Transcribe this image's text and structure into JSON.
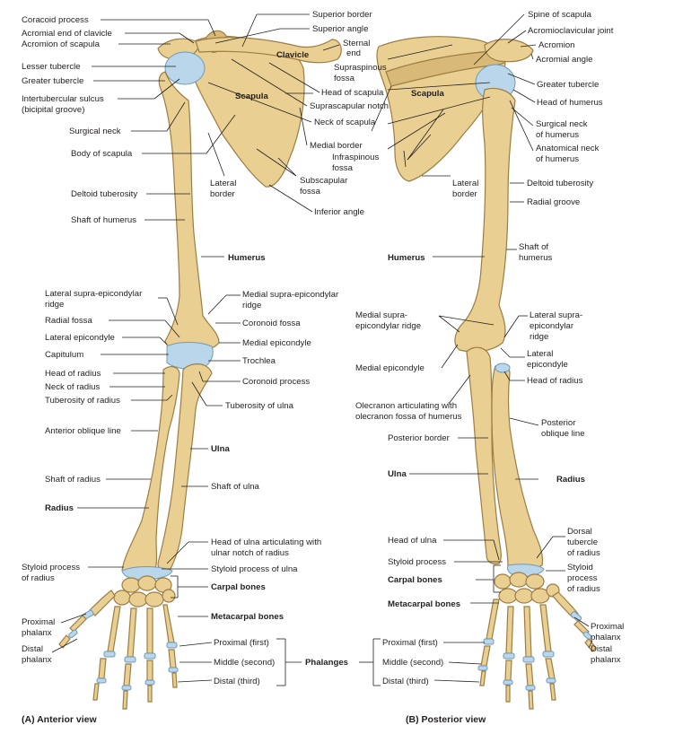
{
  "anterior": {
    "caption": "(A) Anterior view",
    "labels": {
      "coracoid": "Coracoid process",
      "acromial_end": "Acromial end of clavicle",
      "acromion": "Acromion of scapula",
      "lesser_tubercle": "Lesser tubercle",
      "greater_tubercle": "Greater tubercle",
      "intertubercular_1": "Intertubercular sulcus",
      "intertubercular_2": "(bicipital groove)",
      "surgical_neck": "Surgical neck",
      "body_scapula": "Body of scapula",
      "deltoid_tuberosity": "Deltoid tuberosity",
      "shaft_humerus": "Shaft of humerus",
      "superior_border": "Superior border",
      "superior_angle": "Superior angle",
      "sternal_1": "Sternal",
      "sternal_2": "end",
      "clavicle": "Clavicle",
      "supraspinous_1": "Supraspinous",
      "supraspinous_2": "fossa",
      "head_scapula": "Head of scapula",
      "scapula": "Scapula",
      "suprascapular_notch": "Suprascapular notch",
      "neck_scapula": "Neck of scapula",
      "medial_border": "Medial border",
      "infraspinous_1": "Infraspinous",
      "infraspinous_2": "fossa",
      "lateral_border_1": "Lateral",
      "lateral_border_2": "border",
      "subscapular_1": "Subscapular",
      "subscapular_2": "fossa",
      "inferior_angle": "Inferior angle",
      "humerus": "Humerus",
      "lat_supra_1": "Lateral supra-epicondylar",
      "lat_supra_2": "ridge",
      "radial_fossa": "Radial fossa",
      "lateral_epicondyle": "Lateral epicondyle",
      "capitulum": "Capitulum",
      "head_radius": "Head of radius",
      "neck_radius": "Neck of radius",
      "tuberosity_radius": "Tuberosity of radius",
      "med_supra_1": "Medial supra-epicondylar",
      "med_supra_2": "ridge",
      "coronoid_fossa": "Coronoid fossa",
      "medial_epicondyle": "Medial epicondyle",
      "trochlea": "Trochlea",
      "coronoid_process": "Coronoid process",
      "tuberosity_ulna": "Tuberosity of ulna",
      "anterior_oblique": "Anterior oblique line",
      "ulna": "Ulna",
      "shaft_radius": "Shaft of radius",
      "shaft_ulna": "Shaft of ulna",
      "radius": "Radius",
      "head_ulna_1": "Head of ulna articulating with",
      "head_ulna_2": "ulnar notch of radius",
      "styloid_radius_1": "Styloid process",
      "styloid_radius_2": "of radius",
      "styloid_ulna": "Styloid process of ulna",
      "carpal": "Carpal bones",
      "metacarpal": "Metacarpal bones",
      "proximal_phalanx_1": "Proximal",
      "proximal_phalanx_2": "phalanx",
      "distal_phalanx_1": "Distal",
      "distal_phalanx_2": "phalanx",
      "prox_first": "Proximal (first)",
      "middle_second": "Middle (second)",
      "distal_third": "Distal (third)",
      "phalanges": "Phalanges"
    }
  },
  "posterior": {
    "caption": "(B) Posterior view",
    "labels": {
      "spine_scapula": "Spine of scapula",
      "acromioclavicular": "Acromioclavicular joint",
      "acromion": "Acromion",
      "acromial_angle": "Acromial angle",
      "greater_tubercle": "Greater tubercle",
      "head_humerus": "Head of humerus",
      "surgical_neck_1": "Surgical neck",
      "surgical_neck_2": "of humerus",
      "anatomical_neck_1": "Anatomical neck",
      "anatomical_neck_2": "of humerus",
      "deltoid_tuberosity": "Deltoid tuberosity",
      "radial_groove": "Radial groove",
      "lateral_border_1": "Lateral",
      "lateral_border_2": "border",
      "scapula": "Scapula",
      "shaft_humerus_1": "Shaft of",
      "shaft_humerus_2": "humerus",
      "humerus": "Humerus",
      "med_supra_1": "Medial supra-",
      "med_supra_2": "epicondylar ridge",
      "lat_supra_1": "Lateral supra-",
      "lat_supra_2": "epicondylar",
      "lat_supra_3": "ridge",
      "medial_epicondyle": "Medial epicondyle",
      "lateral_epicondyle_1": "Lateral",
      "lateral_epicondyle_2": "epicondyle",
      "head_radius": "Head of radius",
      "olecranon_1": "Olecranon articulating with",
      "olecranon_2": "olecranon fossa of humerus",
      "posterior_border": "Posterior border",
      "posterior_oblique_1": "Posterior",
      "posterior_oblique_2": "oblique line",
      "ulna": "Ulna",
      "radius": "Radius",
      "head_ulna": "Head of ulna",
      "styloid_ulna": "Styloid process",
      "carpal": "Carpal bones",
      "dorsal_tubercle_1": "Dorsal",
      "dorsal_tubercle_2": "tubercle",
      "dorsal_tubercle_3": "of radius",
      "styloid_radius_1": "Styloid",
      "styloid_radius_2": "process",
      "styloid_radius_3": "of radius",
      "metacarpal": "Metacarpal bones",
      "prox_first": "Proximal (first)",
      "middle_second": "Middle (second)",
      "distal_third": "Distal (third)",
      "proximal_phalanx_1": "Proximal",
      "proximal_phalanx_2": "phalanx",
      "distal_phalanx_1": "Distal",
      "distal_phalanx_2": "phalanx"
    }
  },
  "colors": {
    "bone": "#e9cf92",
    "bone_outline": "#9c7d44",
    "cartilage": "#b9d6ea",
    "text": "#231f20"
  }
}
